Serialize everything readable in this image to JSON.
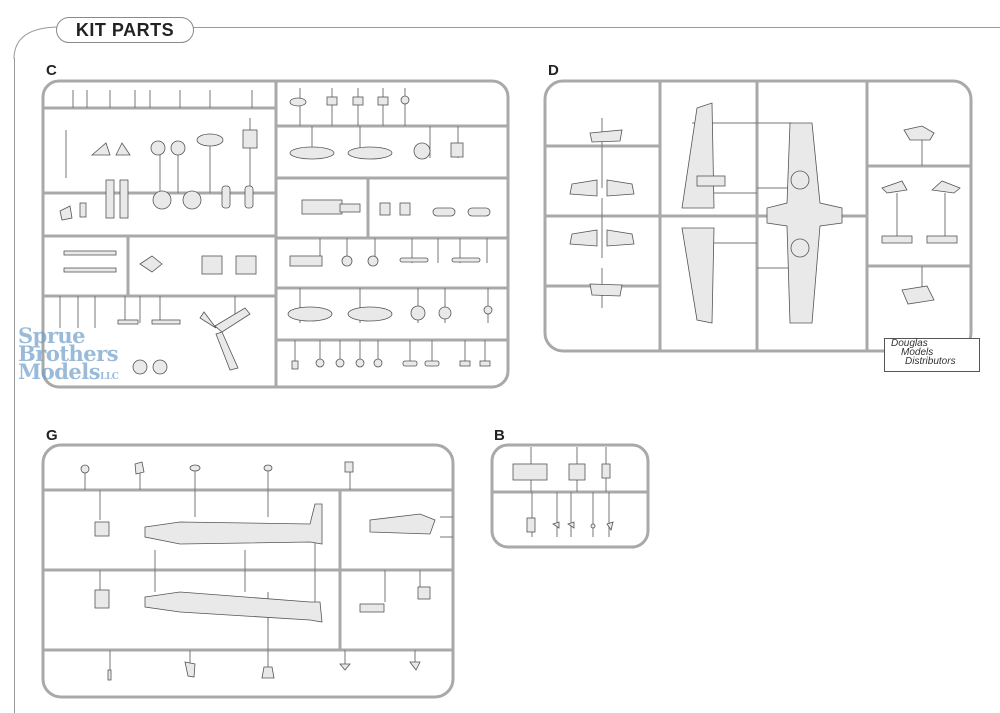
{
  "page": {
    "title": "KIT PARTS"
  },
  "sprues": [
    {
      "id": "C",
      "label": "C"
    },
    {
      "id": "D",
      "label": "D"
    },
    {
      "id": "G",
      "label": "G"
    },
    {
      "id": "B",
      "label": "B"
    }
  ],
  "watermarks": {
    "sprue_brothers": [
      "Sprue",
      "Brothers",
      "Models"
    ],
    "sprue_brothers_suffix": "LLC",
    "douglas": [
      "Douglas",
      "Models",
      "Distributors"
    ]
  },
  "colors": {
    "line": "#9a9a9a",
    "part_fill": "#e9e9e9",
    "part_stroke": "#555555",
    "watermark": "#6f9fc9"
  }
}
